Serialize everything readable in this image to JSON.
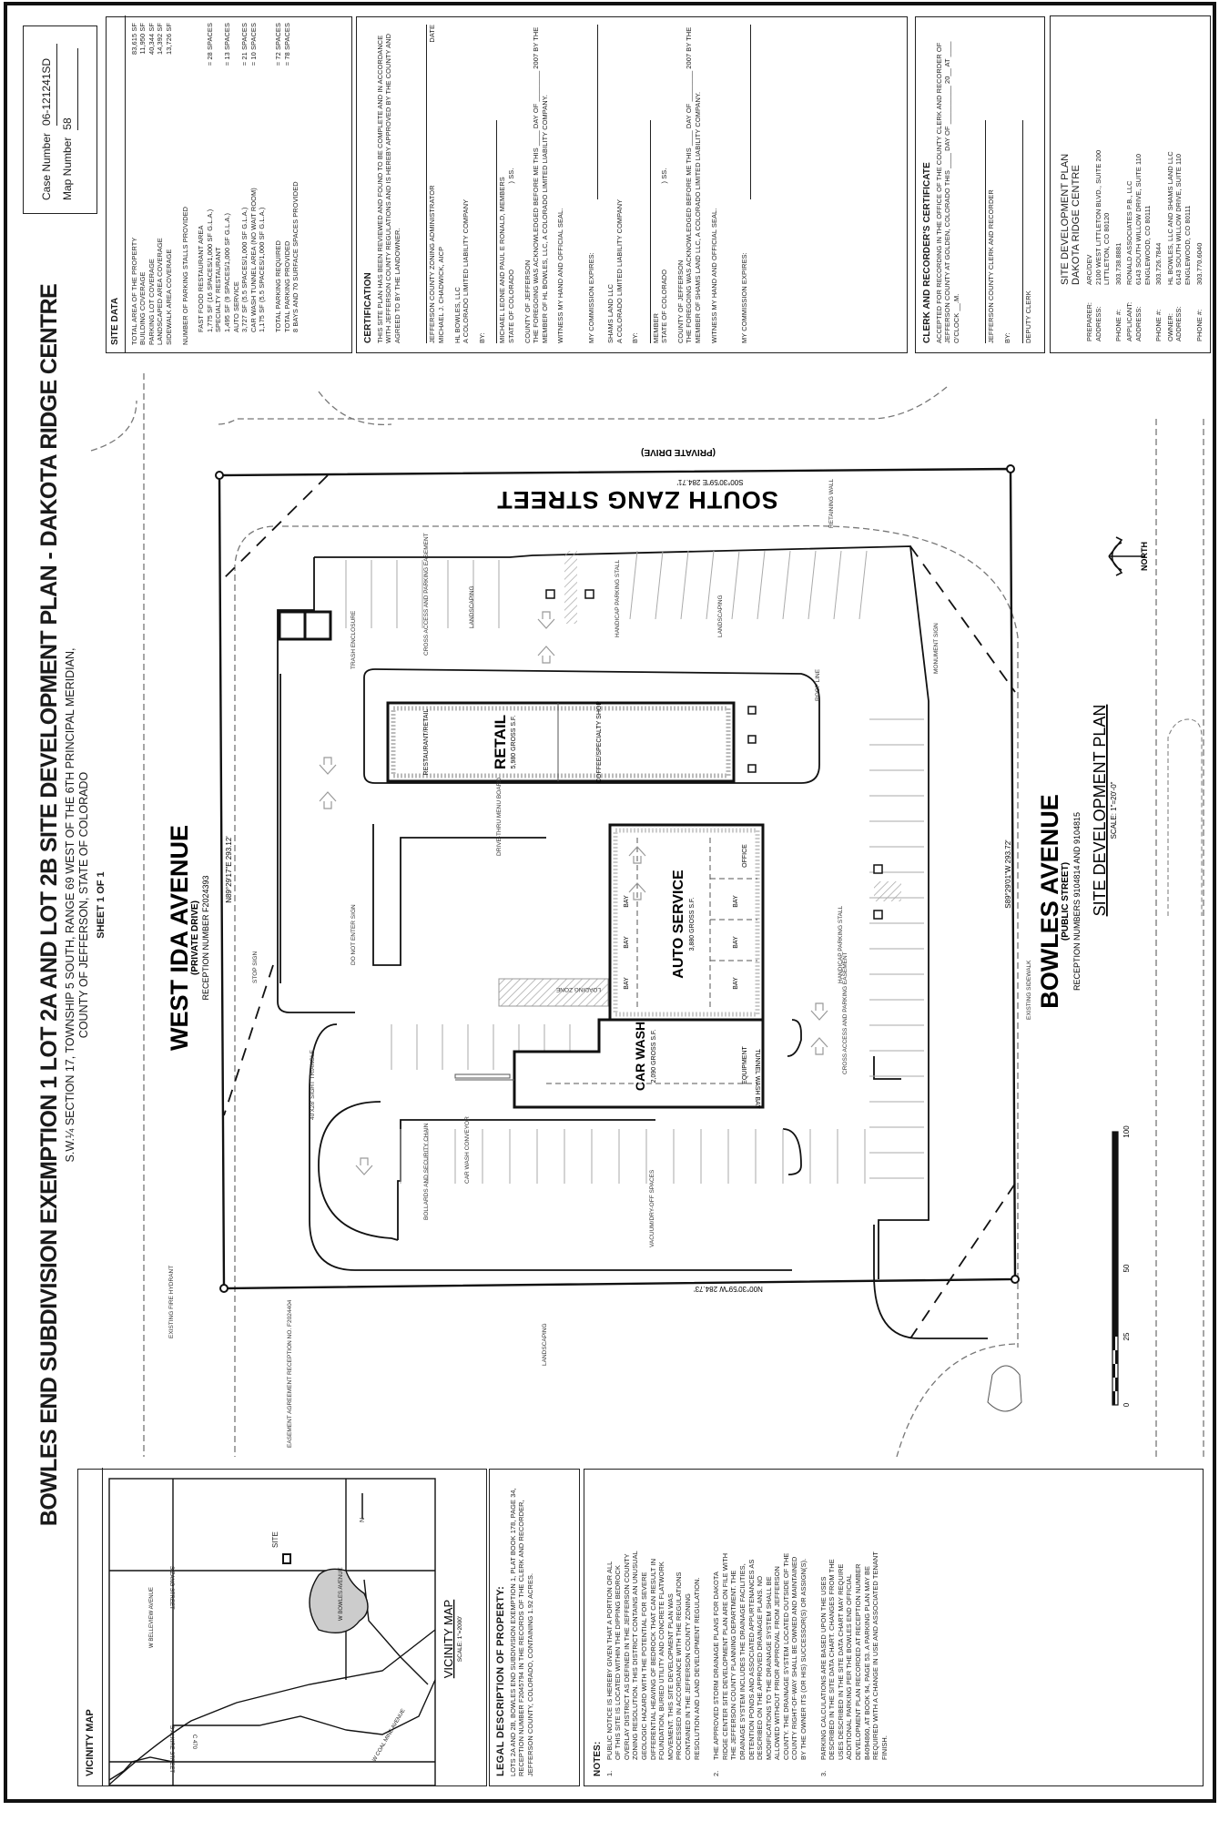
{
  "case": {
    "case_label": "Case Number",
    "case_value": "06-121241SD",
    "map_label": "Map Number",
    "map_value": "58"
  },
  "title": {
    "main": "BOWLES END SUBDIVISION EXEMPTION 1 LOT 2A AND LOT 2B SITE DEVELOPMENT PLAN - DAKOTA RIDGE CENTRE",
    "line1": "S.W.¼ SECTION 17, TOWNSHIP 5 SOUTH, RANGE 69 WEST OF THE 6TH PRINCIPAL MERIDIAN,",
    "line2": "COUNTY OF JEFFERSON, STATE OF COLORADO",
    "sheet": "SHEET 1 OF 1"
  },
  "site_data": {
    "heading": "SITE DATA",
    "areas": [
      {
        "label": "TOTAL AREA OF THE PROPERTY",
        "value": "83,615 SF"
      },
      {
        "label": "BUILDING COVERAGE",
        "value": "11,950 SF"
      },
      {
        "label": "PARKING LOT COVERAGE",
        "value": "40,344 SF"
      },
      {
        "label": "LANDSCAPED AREA COVERAGE",
        "value": "14,392 SF"
      },
      {
        "label": "SIDEWALK AREA COVERAGE",
        "value": "13,726 SF"
      }
    ],
    "parking_heading": "NUMBER OF PARKING STALLS PROVIDED",
    "uses": [
      {
        "name": "FAST FOOD RESTAURANT AREA",
        "calc": "1,775 SF (16 SPACES/1,000 SF G.L.A.)",
        "value": "= 28 SPACES"
      },
      {
        "name": "SPECIALTY RESTAURANT",
        "calc": "1,495 SF (9 SPACES/1,000 SF G.L.A.)",
        "value": "= 13 SPACES"
      },
      {
        "name": "AUTO SERVICE",
        "calc": "3,727 SF (5.5 SPACES/1,000 SF G.L.A.)",
        "value": "= 21 SPACES"
      },
      {
        "name": "CAR WASH TUNNEL AREA (NO WAIT ROOM)",
        "calc": "1,175 SF (5.5 SPACES/1,000 SF G.L.A.)",
        "value": "= 10 SPACES"
      }
    ],
    "total_required": {
      "label": "TOTAL PARKING REQUIRED",
      "value": "= 72 SPACES"
    },
    "total_provided": {
      "label": "TOTAL PARKING PROVIDED",
      "value": "= 78 SPACES"
    },
    "bays_note": "8 BAYS AND 70 SURFACE SPACES PROVIDED"
  },
  "certification": {
    "heading": "CERTIFICATION",
    "intro": "THIS SITE PLAN HAS BEEN REVIEWED AND FOUND TO BE COMPLETE AND IN ACCORDANCE WITH JEFFERSON COUNTY REGULATIONS AND IS HEREBY APPROVED BY THE COUNTY AND AGREED TO BY THE LANDOWNER.",
    "admin_title": "JEFFERSON COUNTY ZONING ADMINISTRATOR",
    "date_label": "DATE",
    "admin_name": "MICHAEL J. CHADWICK, AICP",
    "owner1": "HL BOWLES, LLC",
    "owner1_type": "A COLORADO LIMITED LIABILITY COMPANY",
    "by_label": "BY:",
    "owner1_signers": "MICHAEL LEONE AND PAUL E RONALD, MEMBERS",
    "state": "STATE OF COLORADO",
    "ss": ") SS.",
    "county": "COUNTY OF JEFFERSON",
    "ack1": "THE FOREGOING WAS ACKNOWLEDGED BEFORE ME THIS ____ DAY OF ________ 2007 BY THE MEMBER OF HL BOWLES, LLC, A COLORADO LIMITED LIABILITY COMPANY.",
    "witness": "WITNESS MY HAND AND OFFICIAL SEAL.",
    "commission": "MY COMMISSION EXPIRES:",
    "owner2": "SHAMS LAND LLC",
    "owner2_type": "A COLORADO LIMITED LIABILITY COMPANY",
    "owner2_signer": "MEMBER",
    "ack2": "THE FOREGOING WAS ACKNOWLEDGED BEFORE ME THIS ____ DAY OF ________ 2007 BY THE MEMBER OF SHAMS LAND LLC, A COLORADO LIMITED LIABILITY COMPANY."
  },
  "clerk": {
    "heading": "CLERK AND RECORDER'S CERTIFICATE",
    "text": "ACCEPTED FOR RECORDING IN THE OFFICE OF THE COUNTY CLERK AND RECORDER OF JEFFERSON COUNTY AT GOLDEN, COLORADO THIS ____ DAY OF __________ 20__ AT ____ O'CLOCK __.M.",
    "signer": "JEFFERSON COUNTY CLERK AND RECORDER",
    "by": "BY:",
    "deputy": "DEPUTY CLERK"
  },
  "sdp_box": {
    "heading1": "SITE DEVELOPMENT PLAN",
    "heading2": "DAKOTA RIDGE CENTRE",
    "rows": [
      {
        "label": "PREPARER:",
        "value": "ARC/DEV"
      },
      {
        "label": "ADDRESS:",
        "value": "2100 WEST LITTLETON BLVD., SUITE 200"
      },
      {
        "label": "",
        "value": "LITTLETON, CO 80120"
      },
      {
        "label": "PHONE #:",
        "value": "303.738.8881"
      },
      {
        "label": "APPLICANT:",
        "value": "RONALD ASSOCIATES P.B., LLC"
      },
      {
        "label": "ADDRESS:",
        "value": "6143 SOUTH WILLOW DRIVE, SUITE 110"
      },
      {
        "label": "",
        "value": "ENGLEWOOD, CO 80111"
      },
      {
        "label": "PHONE #:",
        "value": "303.726.7844"
      },
      {
        "label": "OWNER:",
        "value": "HL BOWLES, LLC AND SHAMS LAND LLC"
      },
      {
        "label": "ADDRESS:",
        "value": "6143 SOUTH WILLOW DRIVE, SUITE 110"
      },
      {
        "label": "",
        "value": "ENGLEWOOD, CO 80111"
      },
      {
        "label": "PHONE #:",
        "value": "303.770.6040"
      }
    ]
  },
  "vicinity": {
    "heading": "VICINITY MAP",
    "title": "VICINITY MAP",
    "scale": "SCALE: 1\"=2000'",
    "labels": {
      "belleview": "W BELLEVIEW AVENUE",
      "zang": "S ZANG STREET",
      "bowles": "W BOWLES AVENUE",
      "alkire": "S ALKIRE STREET",
      "c470": "C 470",
      "coal_mine": "W COAL MINE AVENUE",
      "site": "SITE",
      "north": "N"
    }
  },
  "legal": {
    "heading": "LEGAL DESCRIPTION OF PROPERTY:",
    "text": "LOTS 2A AND 2B, BOWLES END SUBDIVISION EXEMPTION 1, PLAT BOOK 178, PAGE 34, RECEPTION NUMBER F2045794 IN THE RECORDS OF THE CLERK AND RECORDER, JEFFERSON COUNTY, COLORADO, CONTAINING 1.92 ACRES."
  },
  "notes": {
    "heading": "NOTES:",
    "items": [
      {
        "n": "1.",
        "text": "PUBLIC NOTICE IS HEREBY GIVEN THAT A PORTION OR ALL OF THIS SITE IS LOCATED WITHIN THE DIPPING BEDROCK OVERLAY DISTRICT AS DEFINED IN THE JEFFERSON COUNTY ZONING RESOLUTION. THIS DISTRICT CONTAINS AN UNUSUAL GEOLOGIC HAZARD WITH THE POTENTIAL FOR SEVERE DIFFERENTIAL HEAVING OF BEDROCK THAT CAN RESULT IN FOUNDATION, BURIED UTILITY AND CONCRETE FLATWORK MOVEMENT. THIS SITE DEVELOPMENT PLAN WAS PROCESSED IN ACCORDANCE WITH THE REGULATIONS CONTAINED IN THE JEFFERSON COUNTY ZONING RESOLUTION AND LAND DEVELOPMENT REGULATION."
      },
      {
        "n": "2.",
        "text": "THE APPROVED STORM DRAINAGE PLANS FOR DAKOTA RIDGE CENTER SITE DEVELOPMENT PLAN ARE ON FILE WITH THE JEFFERSON COUNTY PLANNING DEPARTMENT. THE DRAINAGE SYSTEM INCLUDES THE DRAINAGE FACILITIES, DETENTION PONDS AND ASSOCIATED APPURTENANCES AS DESCRIBED ON THE APPROVED DRAINAGE PLANS. NO MODIFICATIONS TO THE DRAINAGE SYSTEM SHALL BE ALLOWED WITHOUT PRIOR APPROVAL FROM JEFFERSON COUNTY. THE DRAINAGE SYSTEM LOCATED OUTSIDE OF THE COUNTY RIGHT-OF-WAY SHALL BE OWNED AND MAINTAINED BY THE OWNER ITS (OR HIS) SUCCESSOR(S) OR ASSIGN(S)."
      },
      {
        "n": "3.",
        "text": "PARKING CALCULATIONS ARE BASED UPON THE USES DESCRIBED IN THE SITE DATA CHART. CHANGES FROM THE USES DESCRIBED IN THE SITE DATA CHART MAY REQUIRE ADDITIONAL PARKING PER THE BOWLES END OFFICIAL DEVELOPMENT PLAN RECORDED AT RECEPTION NUMBER B4094860, AT BOOK 94, PAGE 53. A PARKING PLAN MAY BE REQUIRED WITH A CHANGE IN USE AND ASSOCIATED TENANT FINISH."
      }
    ]
  },
  "plan": {
    "zang_name": "SOUTH ZANG STREET",
    "zang_type": "(PRIVATE DRIVE)",
    "zang_bearing": "S00°30'59\"E  284.71'",
    "ida_name": "WEST IDA AVENUE",
    "ida_type": "(PRIVATE DRIVE)",
    "ida_reception": "RECEPTION NUMBER F2024393",
    "ida_bearing": "N89°29'17\"E  293.12'",
    "bowles_name": "BOWLES AVENUE",
    "bowles_type": "(PUBLIC STREET)",
    "bowles_reception": "RECEPTION NUMBERS 9104814 AND 9104815",
    "bowles_bearing": "S89°29'01\"W  293.72'",
    "south_bearing": "N00°30'59\"W  284.73'",
    "plan_title": "SITE DEVELOPMENT PLAN",
    "plan_scale": "SCALE: 1\"=20'-0\"",
    "north": "NORTH",
    "retail": "RETAIL",
    "retail_area": "5,980 GROSS S.F.",
    "restaurant": "RESTAURANT/RETAIL",
    "coffee": "COFFEE/SPECIALTY SHOP",
    "auto": "AUTO SERVICE",
    "auto_area": "3,880 GROSS S.F.",
    "carwash": "CAR WASH",
    "carwash_area": "2,090 GROSS S.F.",
    "bay": "BAY",
    "office": "OFFICE",
    "equipment": "EQUIPMENT",
    "tunnel": "TUNNEL WASH BAY",
    "callouts": {
      "trash": "TRASH ENCLOSURE",
      "cross_access": "CROSS ACCESS AND PARKING EASEMENT",
      "landscaping": "LANDSCAPING",
      "handicap": "HANDICAP PARKING STALL",
      "roof": "ROOF LINE",
      "retaining": "RETAINING WALL",
      "stop": "STOP SIGN",
      "dne": "DO NOT ENTER SIGN",
      "menu": "DRIVE-THRU MENU BOARD",
      "conveyor": "CAR WASH CONVEYOR",
      "bollards": "BOLLARDS AND SECURITY CHAIN",
      "vacuum": "VACUUM/DRY-OFF SPACES",
      "sight": "40'X28' SIGHT TRIANGLE",
      "hydrant": "EXISTING FIRE HYDRANT",
      "monument": "MONUMENT SIGN",
      "sidewalk": "EXISTING SIDEWALK",
      "easement": "EASEMENT AGREEMENT RECEPTION NO. F2024404",
      "loading": "LOADING ZONE"
    },
    "scale_ticks": [
      "0",
      "25",
      "50",
      "100"
    ]
  }
}
